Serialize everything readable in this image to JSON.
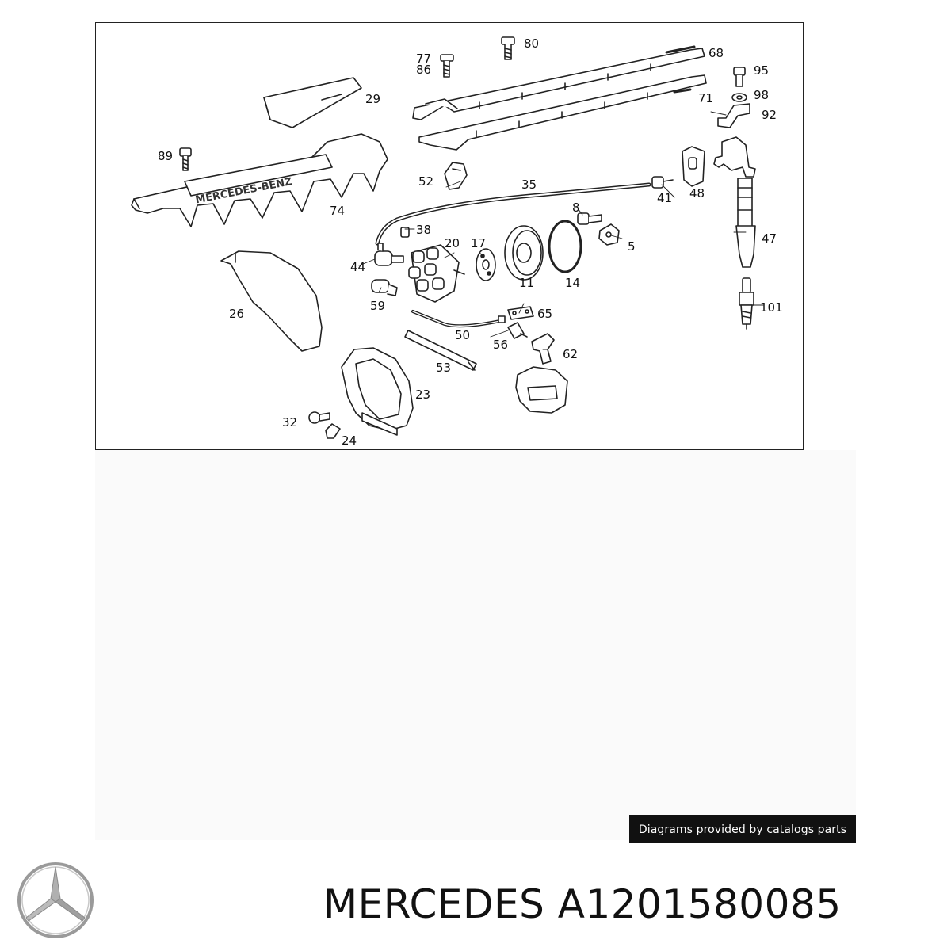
{
  "diagram": {
    "cover_text": "MERCEDES-BENZ",
    "callouts": [
      {
        "id": "c80",
        "label": "80"
      },
      {
        "id": "c68",
        "label": "68"
      },
      {
        "id": "c77",
        "label": "77"
      },
      {
        "id": "c86",
        "label": "86"
      },
      {
        "id": "c95",
        "label": "95"
      },
      {
        "id": "c98",
        "label": "98"
      },
      {
        "id": "c92",
        "label": "92"
      },
      {
        "id": "c71",
        "label": "71"
      },
      {
        "id": "c29",
        "label": "29"
      },
      {
        "id": "c89",
        "label": "89"
      },
      {
        "id": "c74",
        "label": "74"
      },
      {
        "id": "c52",
        "label": "52"
      },
      {
        "id": "c35",
        "label": "35"
      },
      {
        "id": "c41",
        "label": "41"
      },
      {
        "id": "c48",
        "label": "48"
      },
      {
        "id": "c8",
        "label": "8"
      },
      {
        "id": "c38",
        "label": "38"
      },
      {
        "id": "c20",
        "label": "20"
      },
      {
        "id": "c17",
        "label": "17"
      },
      {
        "id": "c5",
        "label": "5"
      },
      {
        "id": "c47",
        "label": "47"
      },
      {
        "id": "c44",
        "label": "44"
      },
      {
        "id": "c11",
        "label": "11"
      },
      {
        "id": "c14",
        "label": "14"
      },
      {
        "id": "c59",
        "label": "59"
      },
      {
        "id": "c26",
        "label": "26"
      },
      {
        "id": "c65",
        "label": "65"
      },
      {
        "id": "c101",
        "label": "101"
      },
      {
        "id": "c50",
        "label": "50"
      },
      {
        "id": "c56",
        "label": "56"
      },
      {
        "id": "c62",
        "label": "62"
      },
      {
        "id": "c53",
        "label": "53"
      },
      {
        "id": "c23",
        "label": "23"
      },
      {
        "id": "c32",
        "label": "32"
      },
      {
        "id": "c24",
        "label": "24"
      }
    ]
  },
  "credit_text": "Diagrams provided by catalogs parts",
  "footer": {
    "brand": "MERCEDES",
    "part_number": "A1201580085"
  },
  "colors": {
    "ink": "#111111",
    "credit_bg": "#111111",
    "panel_bg": "#fafafa",
    "logo_silver": "#9a9a9a"
  },
  "icons": {
    "logo": "three-pointed-star-logo-icon"
  }
}
